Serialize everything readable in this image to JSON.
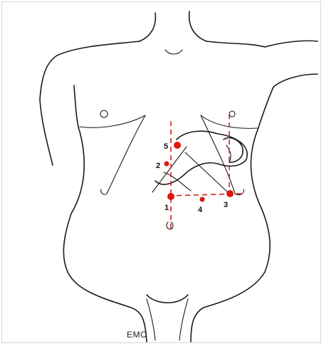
{
  "figure": {
    "ports": [
      {
        "id": "port-1",
        "label": "1"
      },
      {
        "id": "port-2",
        "label": "2"
      },
      {
        "id": "port-3",
        "label": "3"
      },
      {
        "id": "port-4",
        "label": "4"
      },
      {
        "id": "port-5",
        "label": "5"
      }
    ],
    "watermark": "EMC"
  },
  "colors": {
    "guide_line": "#d6231c",
    "port_marker": "#e0160f",
    "outline": "#1a1a1a"
  }
}
